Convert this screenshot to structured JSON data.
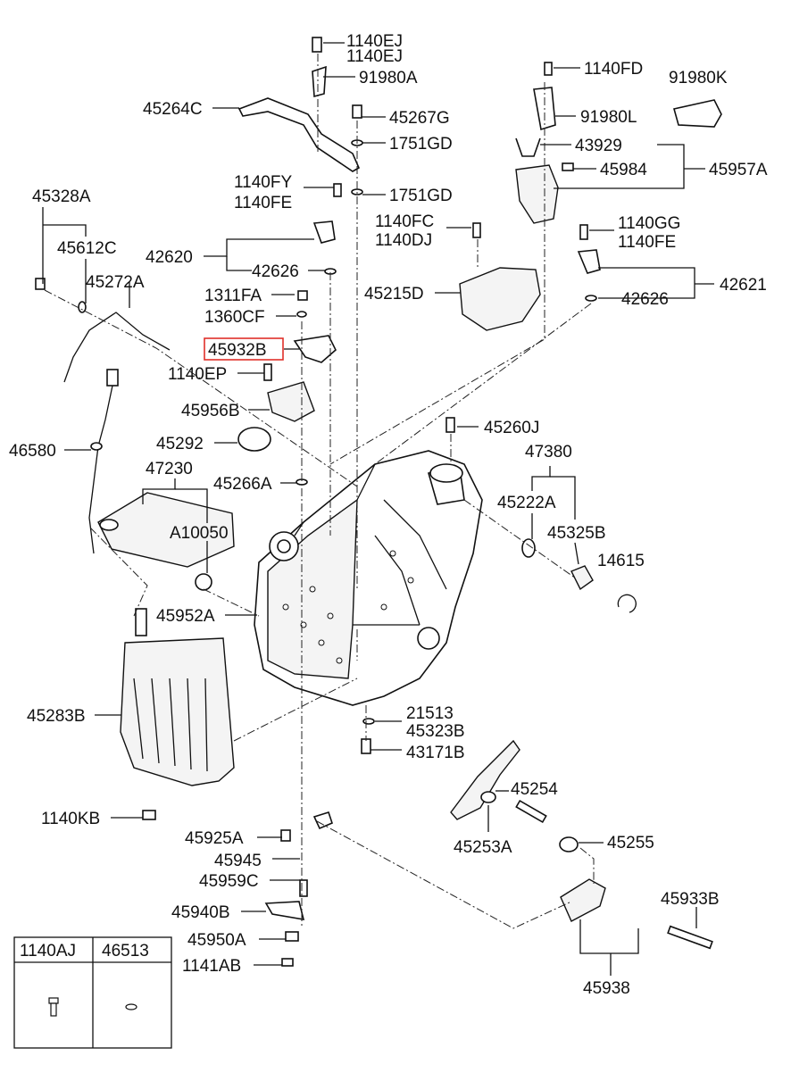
{
  "labels": [
    "1140EJ",
    "1140EJ",
    "91980A",
    "45264C",
    "45267G",
    "1751GD",
    "1140FY",
    "1140FE",
    "1751GD",
    "45328A",
    "45612C",
    "45272A",
    "42620",
    "42626",
    "1311FA",
    "1360CF",
    "45932B",
    "1140EP",
    "45956B",
    "46580",
    "45292",
    "47230",
    "45266A",
    "A10050",
    "45952A",
    "45283B",
    "1140KB",
    "1140FD",
    "91980K",
    "91980L",
    "43929",
    "45984",
    "45957A",
    "1140FC",
    "1140DJ",
    "45215D",
    "1140GG",
    "1140FE",
    "42621",
    "42626",
    "45260J",
    "47380",
    "45222A",
    "45325B",
    "14615",
    "21513",
    "45323B",
    "43171B",
    "45254",
    "45253A",
    "45255",
    "45925A",
    "45945",
    "45959C",
    "45940B",
    "45950A",
    "1141AB",
    "45933B",
    "45938"
  ],
  "highlighted_label": "45932B",
  "highlight_color": "#e0302a",
  "legend_table": {
    "headers": [
      "1140AJ",
      "46513"
    ]
  }
}
